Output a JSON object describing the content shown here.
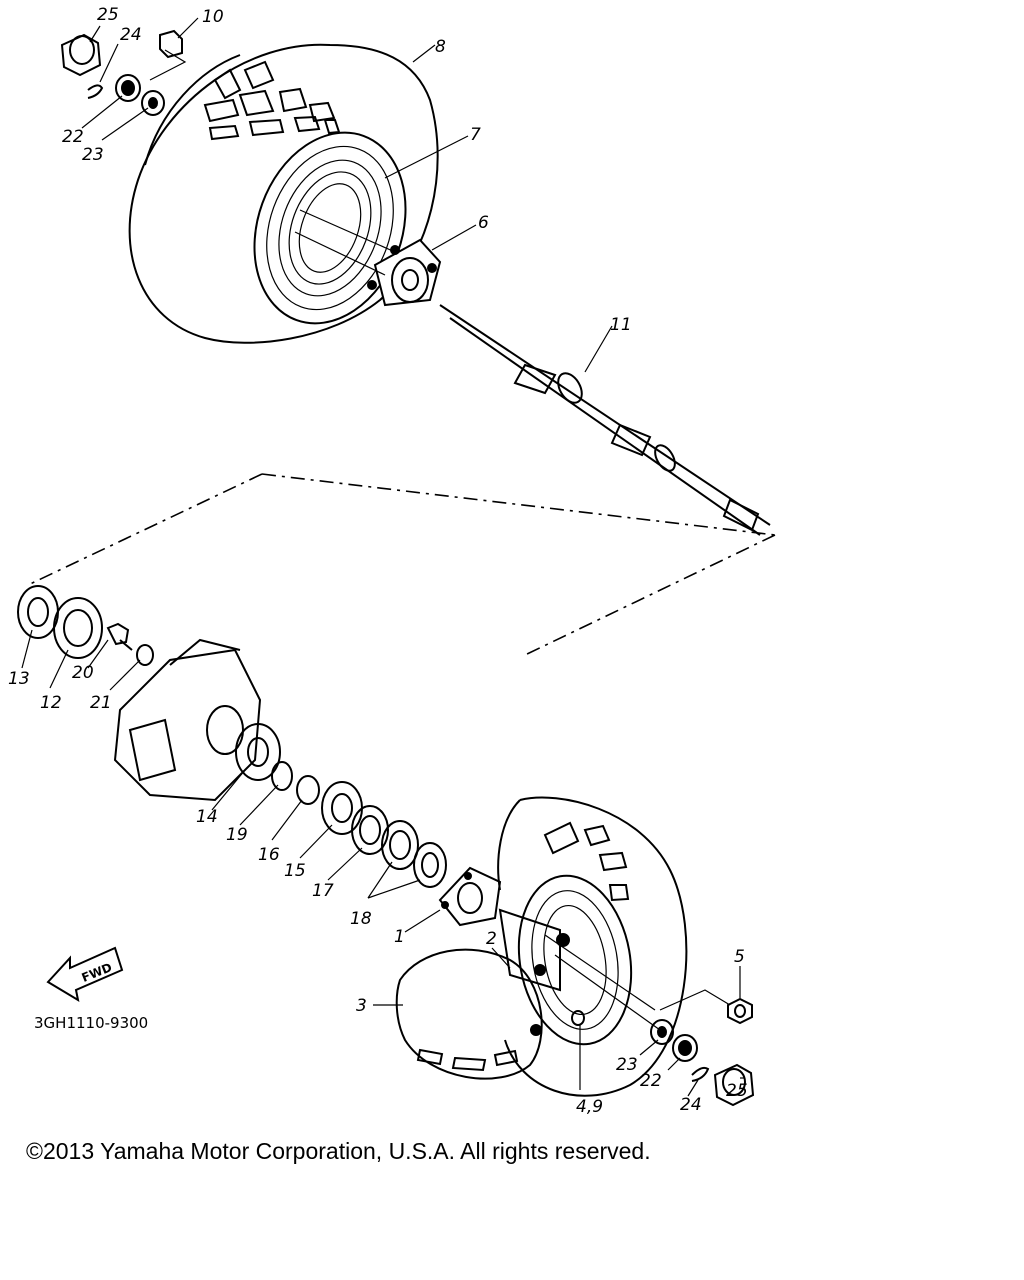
{
  "callouts": {
    "c1": "1",
    "c2": "2",
    "c3": "3",
    "c4_9": "4,9",
    "c5": "5",
    "c6": "6",
    "c7": "7",
    "c8": "8",
    "c10": "10",
    "c11": "11",
    "c12": "12",
    "c13": "13",
    "c14": "14",
    "c15": "15",
    "c16": "16",
    "c17": "17",
    "c18": "18",
    "c19": "19",
    "c20": "20",
    "c21": "21",
    "c22_top": "22",
    "c23_top": "23",
    "c24_top": "24",
    "c25_top": "25",
    "c22_bottom": "22",
    "c23_bottom": "23",
    "c24_bottom": "24",
    "c25_bottom": "25"
  },
  "fwd_label": "FWD",
  "diagram_code": "3GH1110-9300",
  "copyright": "©2013 Yamaha Motor Corporation, U.S.A. All rights reserved."
}
